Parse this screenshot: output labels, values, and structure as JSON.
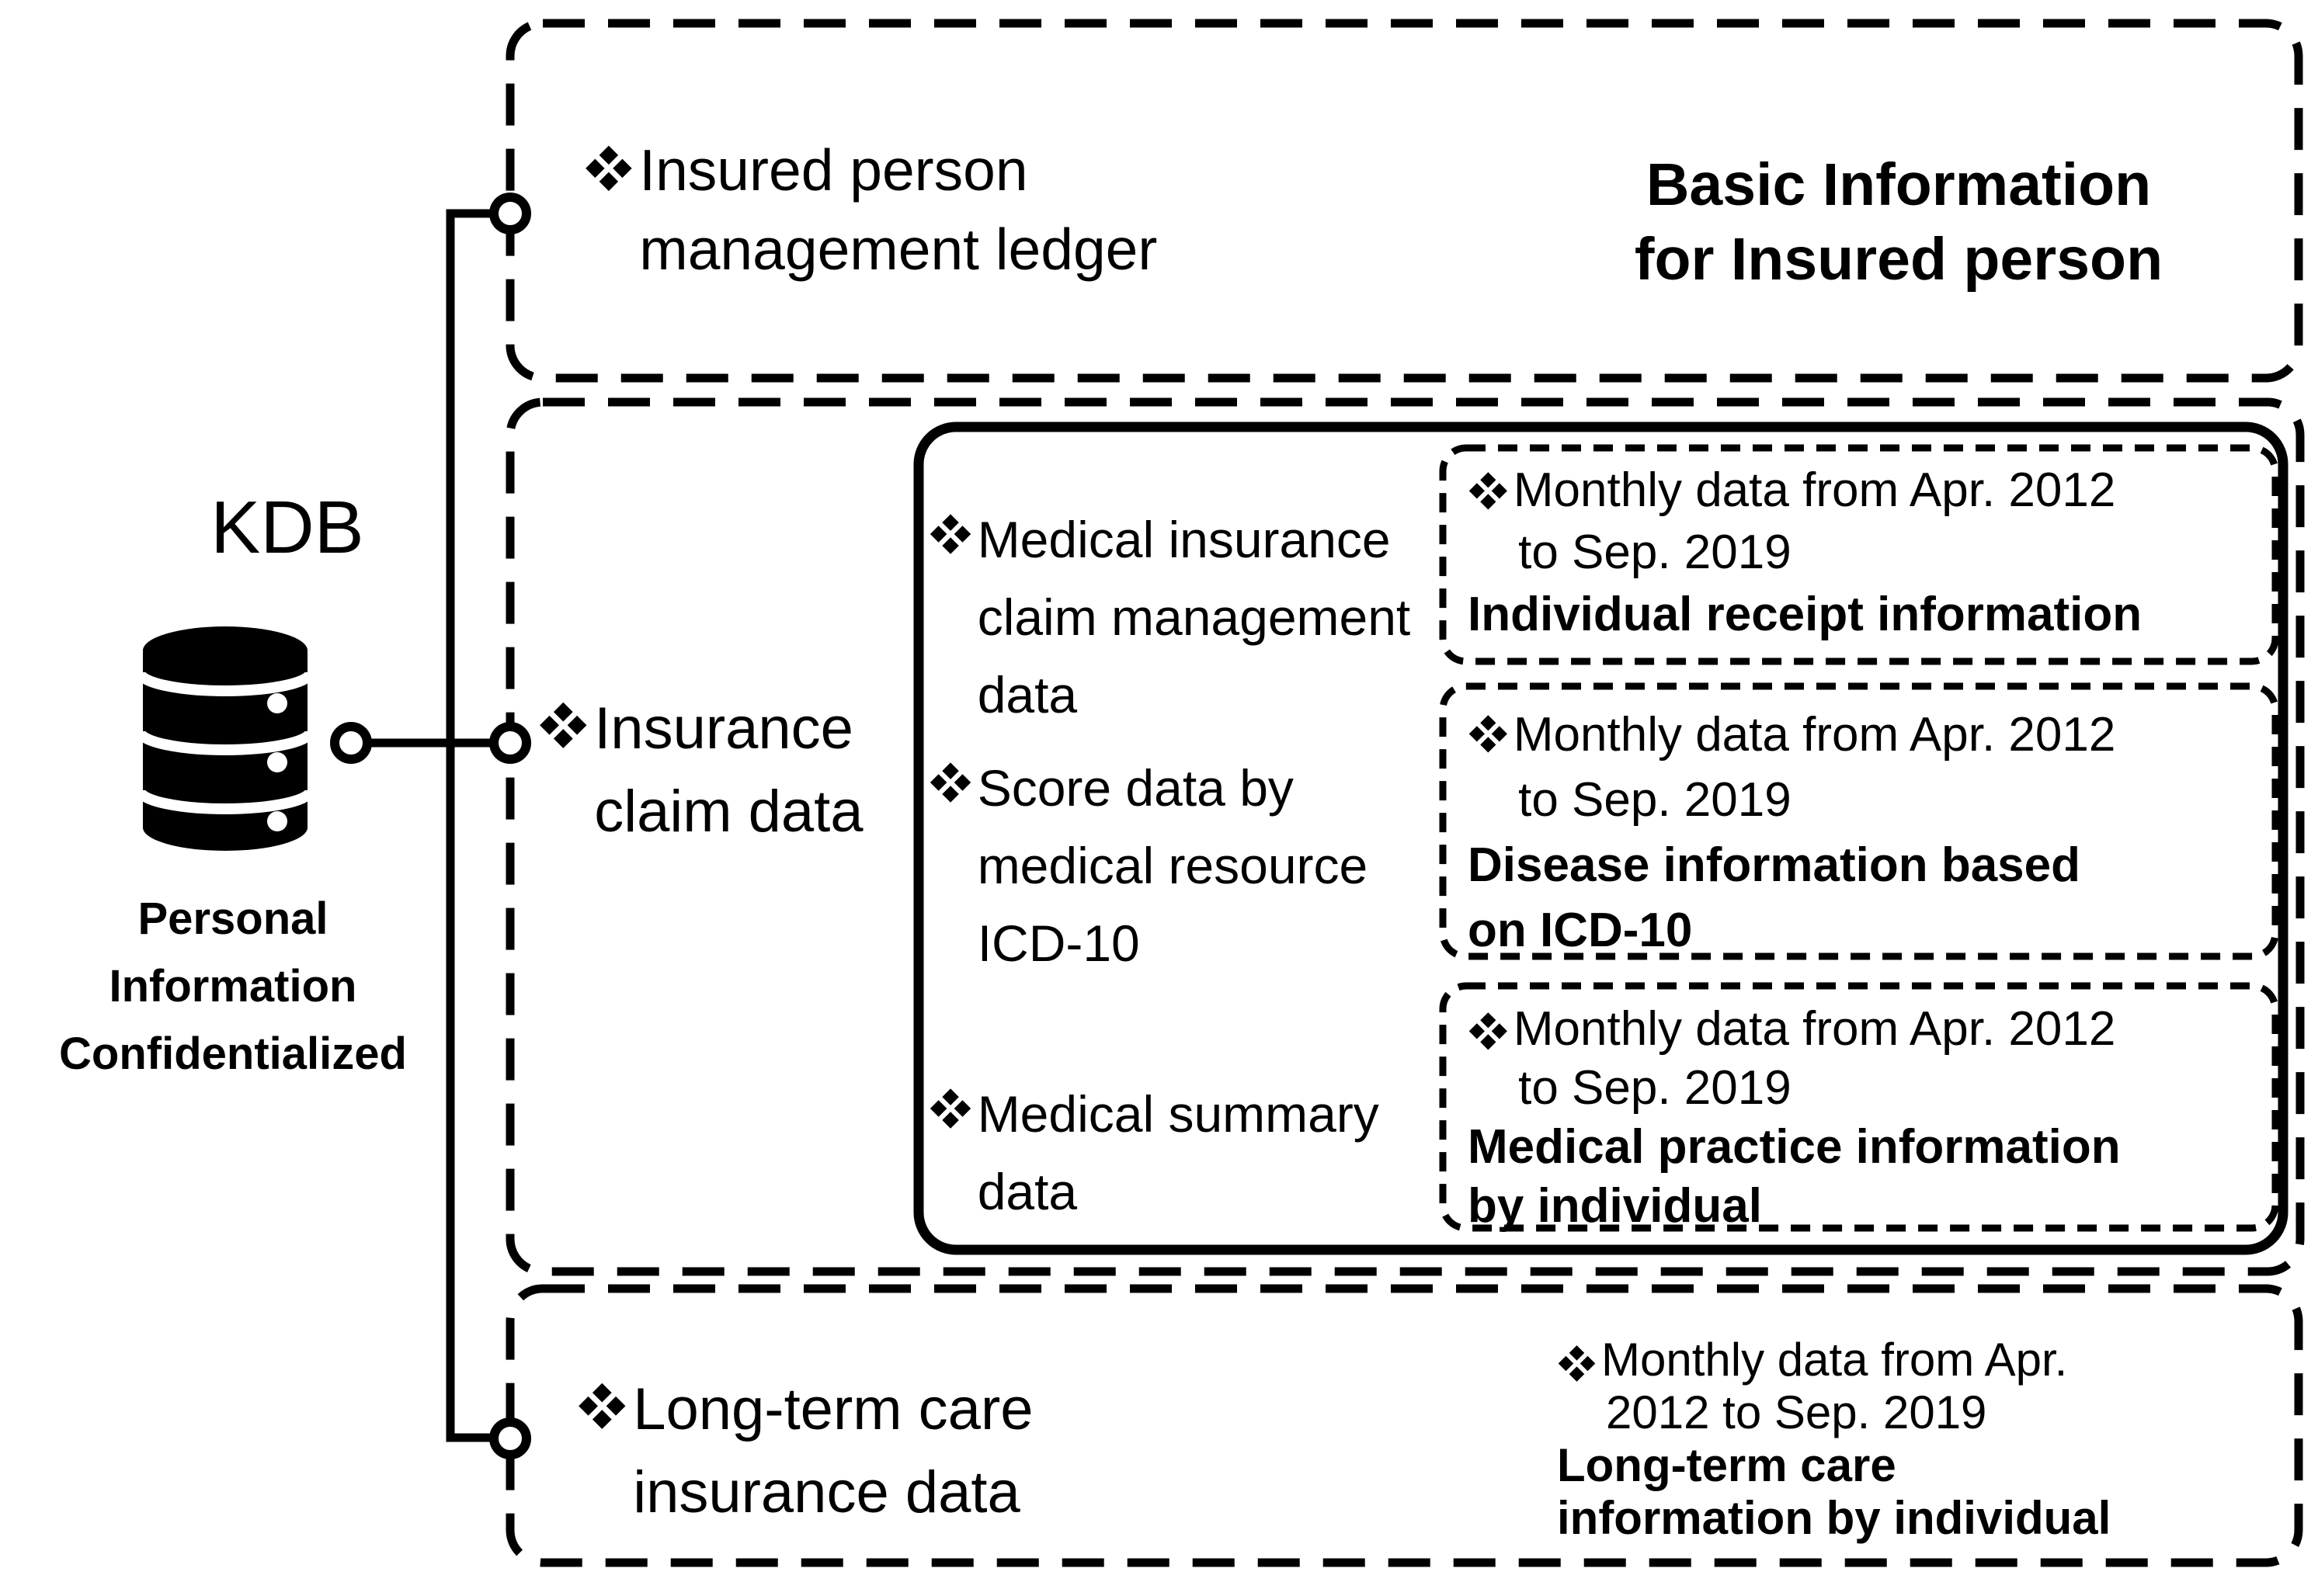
{
  "colors": {
    "foreground": "#000000",
    "background": "#ffffff"
  },
  "kdb": {
    "label": "KDB",
    "caption": {
      "line1": "Personal",
      "line2": "Information",
      "line3": "Confidentialized"
    }
  },
  "top_box": {
    "item": {
      "line1": "Insured person",
      "line2": "management ledger"
    },
    "title": {
      "line1": "Basic Information",
      "line2": "for Insured person"
    }
  },
  "middle_box": {
    "label": {
      "line1": "Insurance",
      "line2": "claim data"
    },
    "items": [
      {
        "line1": "Medical insurance",
        "line2": "claim management",
        "line3": "data"
      },
      {
        "line1": "Score data by",
        "line2": "medical resource",
        "line3": "ICD-10"
      },
      {
        "line1": "Medical summary",
        "line2": "data"
      }
    ],
    "sub_boxes": [
      {
        "period1": "Monthly data from Apr. 2012",
        "period2": "to Sep. 2019",
        "title1": "Individual receipt information",
        "title2": ""
      },
      {
        "period1": "Monthly data from Apr. 2012",
        "period2": "to Sep. 2019",
        "title1": "Disease information based",
        "title2": "on ICD-10"
      },
      {
        "period1": "Monthly data from Apr. 2012",
        "period2": "to Sep. 2019",
        "title1": "Medical practice information",
        "title2": "by individual"
      }
    ]
  },
  "bottom_box": {
    "label": {
      "line1": "Long-term care",
      "line2": "insurance data"
    },
    "period": {
      "line1": "Monthly data from Apr.",
      "line2": "2012 to Sep. 2019"
    },
    "title": {
      "line1": "Long-term care",
      "line2": "information by individual"
    }
  }
}
